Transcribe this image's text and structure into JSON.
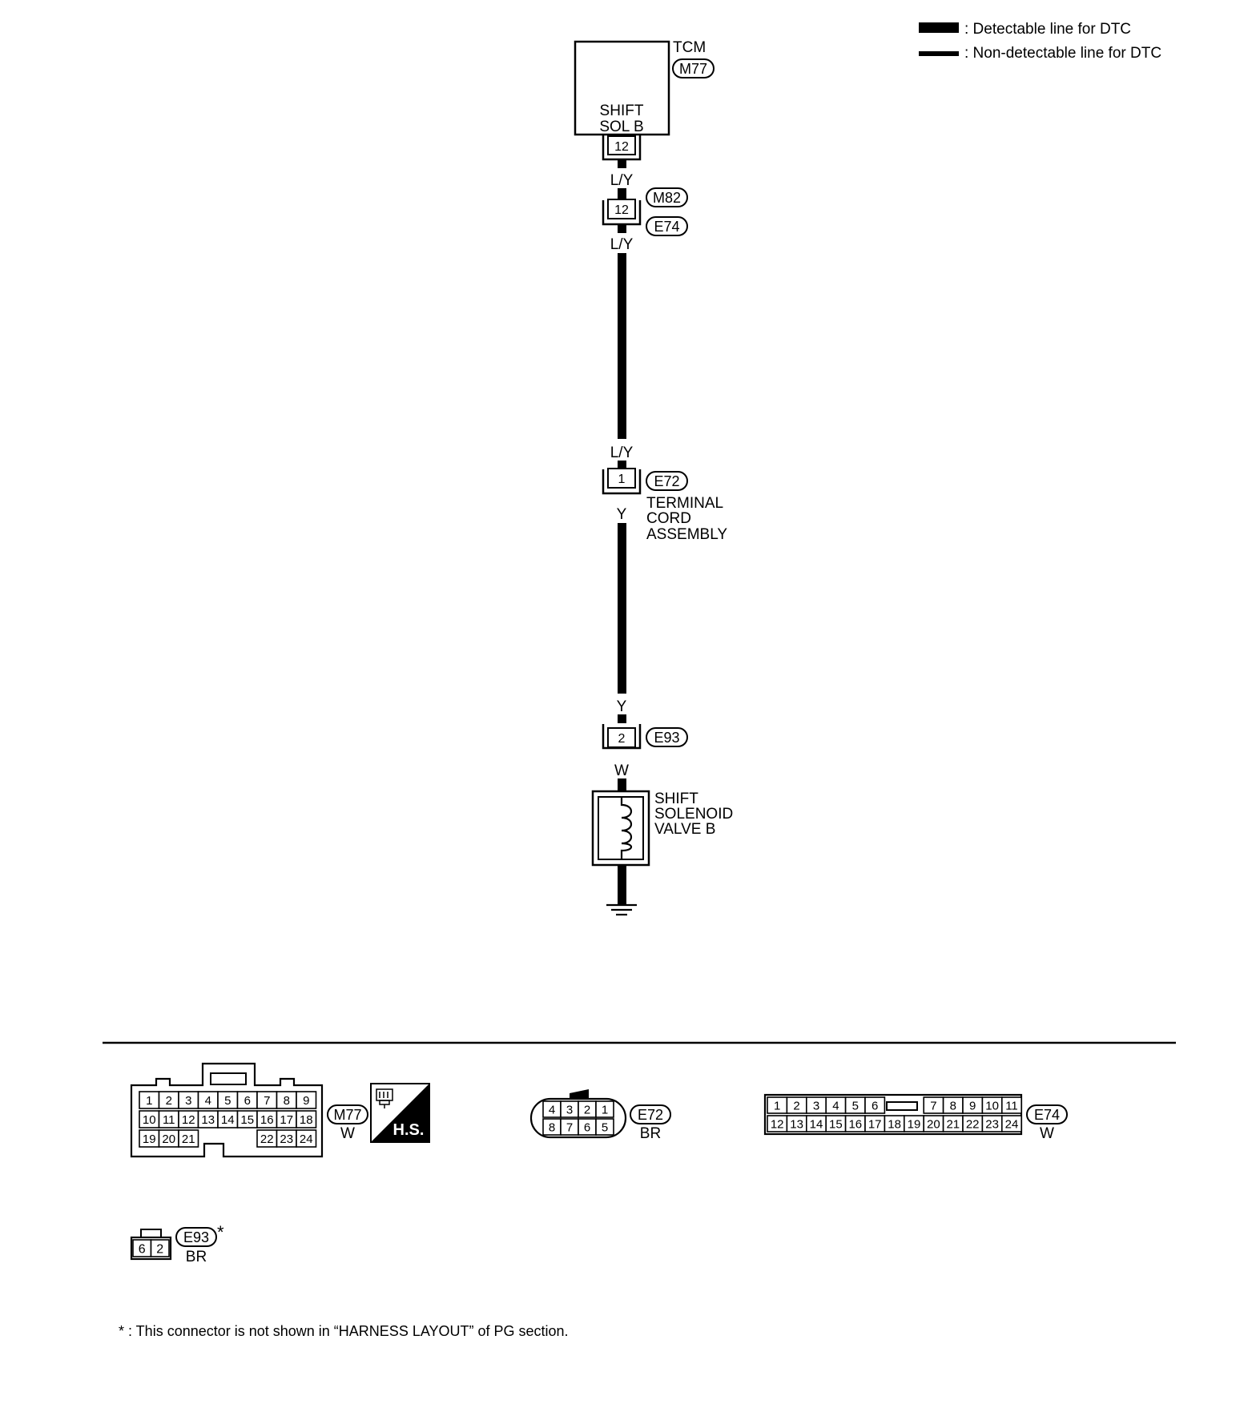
{
  "legend": {
    "detectable": ": Detectable line for DTC",
    "non_detectable": ": Non-detectable line for DTC"
  },
  "tcm": {
    "name": "TCM",
    "connector": "M77",
    "function_line1": "SHIFT",
    "function_line2": "SOL B",
    "terminal": "12"
  },
  "wires": {
    "tcm_to_m82": "L/Y",
    "m82_to_e72": "L/Y",
    "e72_in": "L/Y",
    "e72_to_e93": "Y",
    "e93_in": "Y",
    "e93_to_valve": "W"
  },
  "joint_connector": {
    "upper": "M82",
    "lower": "E74",
    "terminal": "12"
  },
  "terminal_cord": {
    "connector": "E72",
    "terminal": "1",
    "name_line1": "TERMINAL",
    "name_line2": "CORD",
    "name_line3": "ASSEMBLY"
  },
  "valve_connector": {
    "connector": "E93",
    "terminal": "2"
  },
  "valve": {
    "line1": "SHIFT",
    "line2": "SOLENOID",
    "line3": "VALVE B"
  },
  "connector_views": {
    "m77": {
      "id": "M77",
      "color": "W",
      "hs": "H.S.",
      "row1": [
        "1",
        "2",
        "3",
        "4",
        "5",
        "6",
        "7",
        "8",
        "9"
      ],
      "row2": [
        "10",
        "11",
        "12",
        "13",
        "14",
        "15",
        "16",
        "17",
        "18"
      ],
      "row3_left": [
        "19",
        "20",
        "21"
      ],
      "row3_right": [
        "22",
        "23",
        "24"
      ]
    },
    "e72": {
      "id": "E72",
      "color": "BR",
      "row1": [
        "4",
        "3",
        "2",
        "1"
      ],
      "row2": [
        "8",
        "7",
        "6",
        "5"
      ]
    },
    "e74": {
      "id": "E74",
      "color": "W",
      "row1_left": [
        "1",
        "2",
        "3",
        "4",
        "5",
        "6"
      ],
      "row1_right": [
        "7",
        "8",
        "9",
        "10",
        "11"
      ],
      "row2": [
        "12",
        "13",
        "14",
        "15",
        "16",
        "17",
        "18",
        "19",
        "20",
        "21",
        "22",
        "23",
        "24"
      ]
    },
    "e93": {
      "id": "E93",
      "color": "BR",
      "mark": "*",
      "pins": [
        "6",
        "2"
      ]
    }
  },
  "footnote": "* : This connector is not shown in “HARNESS LAYOUT” of PG section."
}
